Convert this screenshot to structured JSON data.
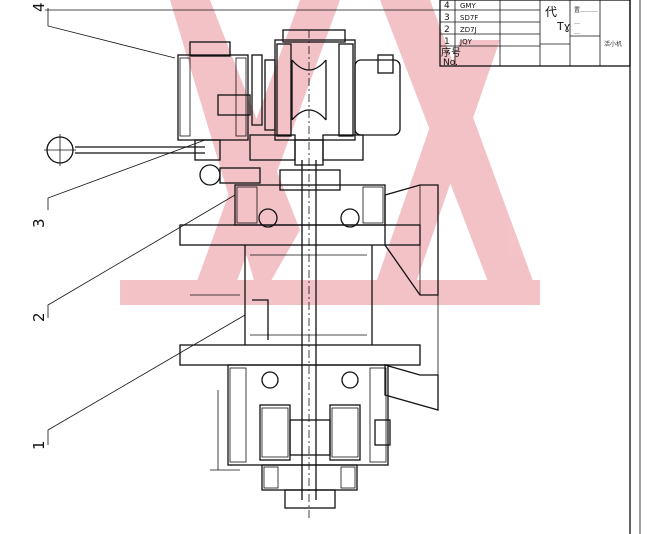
{
  "watermark": {
    "color": "#f2b8be"
  },
  "callouts": [
    {
      "label": "4"
    },
    {
      "label": "3"
    },
    {
      "label": "2"
    },
    {
      "label": "1"
    }
  ],
  "title_block": {
    "rows": [
      {
        "no": "4",
        "code": "GMY"
      },
      {
        "no": "3",
        "code": "SD7F"
      },
      {
        "no": "2",
        "code": "ZD7J"
      },
      {
        "no": "1",
        "code": "JQY"
      }
    ],
    "header_cn": "序号",
    "header_en": "No.",
    "col_cn": "代",
    "col_en": "Tɣ",
    "handwritten": [
      "置………",
      "…",
      "…",
      "活小机"
    ]
  }
}
